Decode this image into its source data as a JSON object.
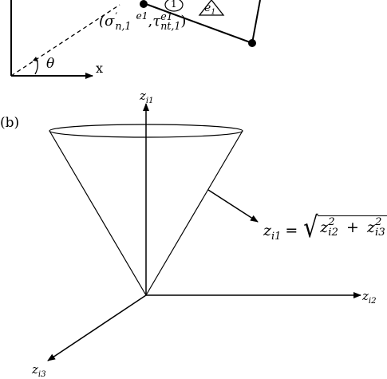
{
  "panel_b_label": "(b)",
  "panel_a": {
    "x_axis_label": "x",
    "angle_label": "θ",
    "node_label": "1",
    "element_label": "e",
    "element_label_sub": "1",
    "stress_open": "(σ",
    "stress_sub": "n,1",
    "stress_prime": "′",
    "stress_sup": "e1",
    "stress_comma": ",",
    "tau": "τ",
    "tau_sup": "e1",
    "tau_sub": "nt,1",
    "stress_close": ")"
  },
  "panel_b": {
    "z_top_base": "z",
    "z_top_sub": "i1",
    "z_right_base": "z",
    "z_right_sub": "i2",
    "z_bottom_base": "z",
    "z_bottom_sub": "i3",
    "equation": {
      "lhs_base": "z",
      "lhs_sub": "i1",
      "equals": "=",
      "term1_base": "z",
      "term1_sup": "2",
      "term1_sub": "i2",
      "plus": "+",
      "term2_base": "z",
      "term2_sup": "2",
      "term2_sub": "i3"
    }
  }
}
